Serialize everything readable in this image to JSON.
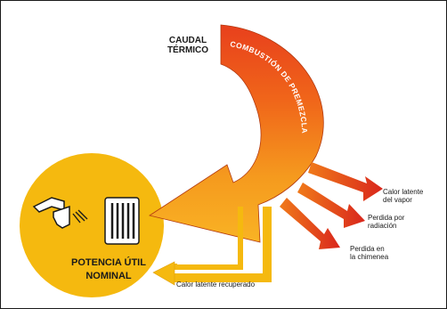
{
  "labels": {
    "caudal_line1": "CAUDAL",
    "caudal_line2": "TÉRMICO",
    "combustion": "COMBUSTIÓN DE PREMEZCLA",
    "loss_vapor_line1": "Calor latente",
    "loss_vapor_line2": "del vapor",
    "loss_radiation_line1": "Perdida por",
    "loss_radiation_line2": "radiación",
    "loss_chimney_line1": "Perdida en",
    "loss_chimney_line2": "la chimenea",
    "recovered": "Calor latente recuperado",
    "potencia_line1": "POTENCIA ÚTIL",
    "potencia_line2": "NOMINAL"
  },
  "colors": {
    "circle": "#f5b90f",
    "arrow_top": "#e8401c",
    "arrow_mid": "#f07a1a",
    "arrow_bottom": "#f9b324",
    "loss_arrow": "#d9261c",
    "outline": "#1a1a1a",
    "radiator": "#ffffff"
  },
  "icons": [
    "tap-icon",
    "radiator-icon"
  ]
}
